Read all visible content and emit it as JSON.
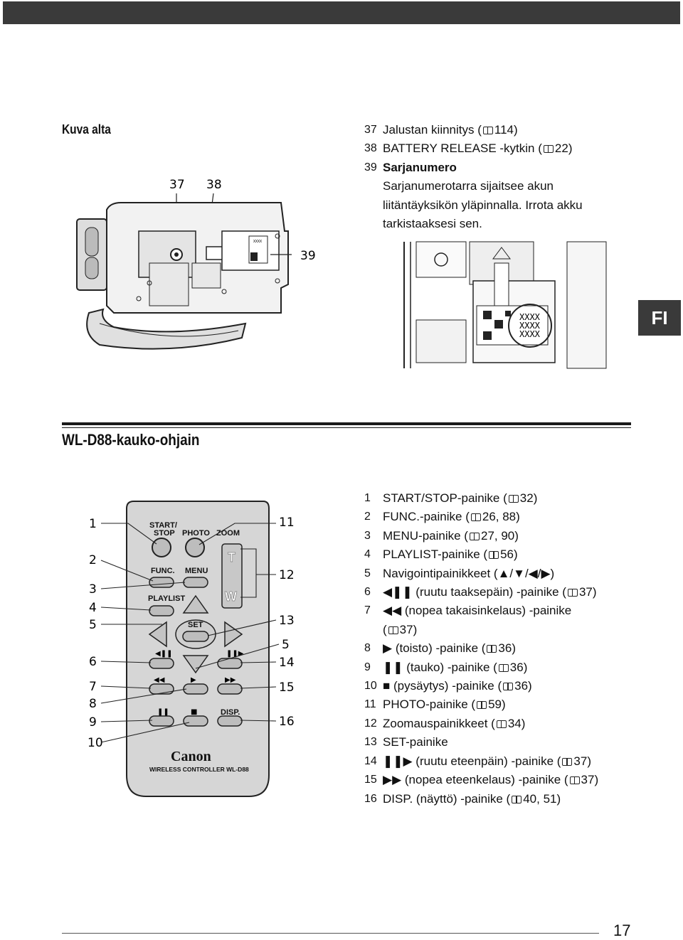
{
  "page_number": "17",
  "language_tab": "FI",
  "section_bottom": {
    "title": "Kuva alta",
    "items": [
      {
        "num": "37",
        "text": "Jalustan kiinnitys (",
        "ref": "114)"
      },
      {
        "num": "38",
        "text": "BATTERY RELEASE -kytkin (",
        "ref": "22)"
      },
      {
        "num": "39",
        "text": "Sarjanumero",
        "desc": [
          "Sarjanumerotarra sijaitsee akun",
          "liitäntäyksikön yläpinnalla. Irrota akku",
          "tarkistaaksesi sen."
        ]
      }
    ],
    "callouts": [
      "37",
      "38",
      "39"
    ],
    "label_xxxx": "XXXX"
  },
  "section_remote": {
    "title": "WL-D88-kauko-ohjain",
    "items": [
      {
        "num": "1",
        "text": "START/STOP-painike (",
        "ref": "32)"
      },
      {
        "num": "2",
        "text": "FUNC.-painike (",
        "ref": "26, 88)"
      },
      {
        "num": "3",
        "text": "MENU-painike (",
        "ref": "27, 90)"
      },
      {
        "num": "4",
        "text": "PLAYLIST-painike (",
        "ref": "56)"
      },
      {
        "num": "5",
        "text": "Navigointipainikkeet (▲/▼/◀/▶)"
      },
      {
        "num": "6",
        "sym": "◀❚❚",
        "text": "(ruutu taaksepäin) -painike (",
        "ref": "37)"
      },
      {
        "num": "7",
        "sym": "◀◀",
        "text": "(nopea takaisinkelaus) -painike",
        "cont": "37)"
      },
      {
        "num": "8",
        "sym": "▶",
        "text": "(toisto) -painike (",
        "ref": "36)"
      },
      {
        "num": "9",
        "sym": "❚❚",
        "text": "(tauko) -painike (",
        "ref": "36)"
      },
      {
        "num": "10",
        "sym": "■",
        "text": "(pysäytys) -painike (",
        "ref": "36)"
      },
      {
        "num": "11",
        "text": "PHOTO-painike (",
        "ref": "59)"
      },
      {
        "num": "12",
        "text": "Zoomauspainikkeet (",
        "ref": "34)"
      },
      {
        "num": "13",
        "text": "SET-painike"
      },
      {
        "num": "14",
        "sym": "❚❚▶",
        "text": "(ruutu eteenpäin) -painike (",
        "ref": "37)"
      },
      {
        "num": "15",
        "sym": "▶▶",
        "text": "(nopea eteenkelaus) -painike (",
        "ref": "37)"
      },
      {
        "num": "16",
        "text": "DISP. (näyttö) -painike (",
        "ref": "40, 51)"
      }
    ],
    "remote_labels": {
      "start_stop": "START/",
      "stop": "STOP",
      "photo": "PHOTO",
      "zoom": "ZOOM",
      "func": "FUNC.",
      "menu": "MENU",
      "playlist": "PLAYLIST",
      "set": "SET",
      "disp": "DISP.",
      "tele": "T",
      "wide": "W",
      "brand": "Canon",
      "model": "WIRELESS CONTROLLER WL-D88"
    }
  }
}
